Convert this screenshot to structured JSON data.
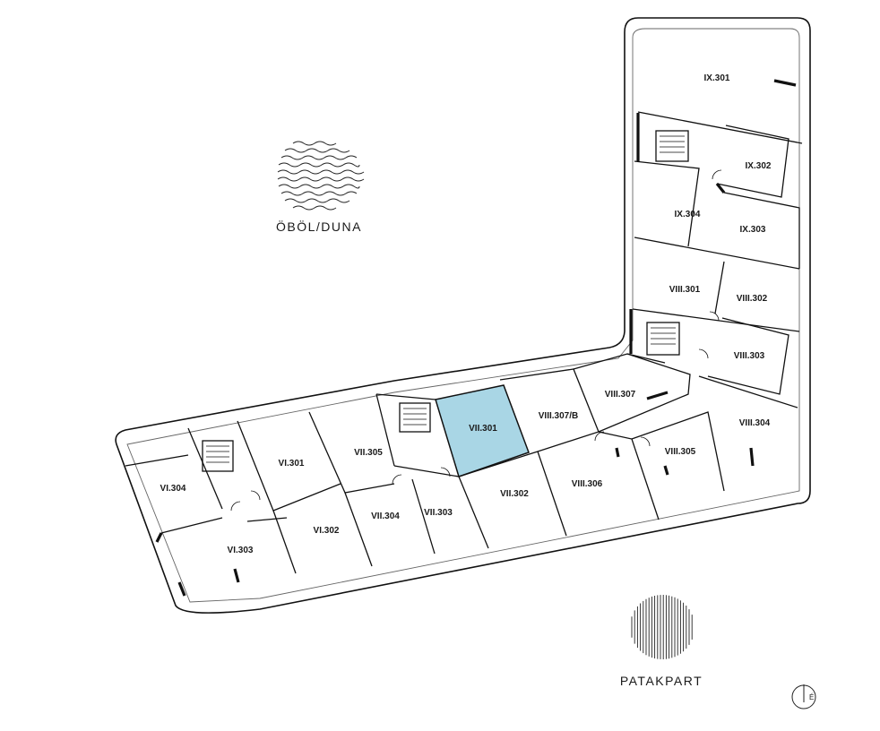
{
  "landmarks": {
    "water": "ÖBÖL/DUNA",
    "park": "PATAKPART"
  },
  "highlight_color": "#a9d6e5",
  "selected_unit": "VII.301",
  "units": [
    {
      "id": "ix301",
      "label": "IX.301"
    },
    {
      "id": "ix302",
      "label": "IX.302"
    },
    {
      "id": "ix303",
      "label": "IX.303"
    },
    {
      "id": "ix304",
      "label": "IX.304"
    },
    {
      "id": "viii301",
      "label": "VIII.301"
    },
    {
      "id": "viii302",
      "label": "VIII.302"
    },
    {
      "id": "viii303",
      "label": "VIII.303"
    },
    {
      "id": "viii304",
      "label": "VIII.304"
    },
    {
      "id": "viii305",
      "label": "VIII.305"
    },
    {
      "id": "viii306",
      "label": "VIII.306"
    },
    {
      "id": "viii307",
      "label": "VIII.307"
    },
    {
      "id": "viii307b",
      "label": "VIII.307/B"
    },
    {
      "id": "vii301",
      "label": "VII.301"
    },
    {
      "id": "vii302",
      "label": "VII.302"
    },
    {
      "id": "vii303",
      "label": "VII.303"
    },
    {
      "id": "vii304",
      "label": "VII.304"
    },
    {
      "id": "vii305",
      "label": "VII.305"
    },
    {
      "id": "vi301",
      "label": "VI.301"
    },
    {
      "id": "vi302",
      "label": "VI.302"
    },
    {
      "id": "vi303",
      "label": "VI.303"
    },
    {
      "id": "vi304",
      "label": "VI.304"
    }
  ],
  "compass": {
    "letter": "É"
  }
}
